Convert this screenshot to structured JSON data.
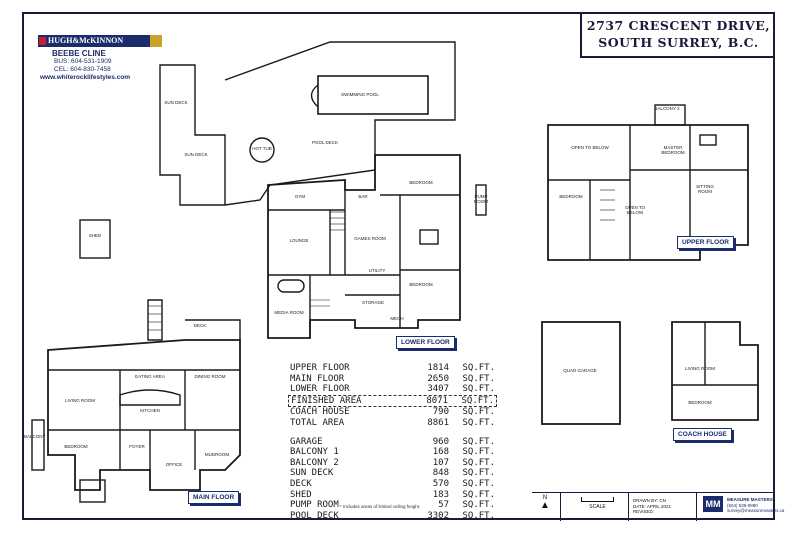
{
  "address": {
    "line1": "2737 CRESCENT DRIVE,",
    "line2": "SOUTH SURREY, B.C."
  },
  "brand": {
    "name": "HUGH&McKINNON"
  },
  "agent": {
    "name": "BEEBE CLINE",
    "bus": "BUS: 604-531-1909",
    "cel": "CEL: 604-830-7458",
    "web": "www.whiterocklifestyles.com"
  },
  "floor_labels": {
    "lower": "LOWER FLOOR",
    "main": "MAIN FLOOR",
    "upper": "UPPER FLOOR",
    "coach": "COACH HOUSE"
  },
  "rooms": {
    "swimming_pool": "SWIMMING POOL",
    "sun_deck_1": "SUN DECK",
    "sun_deck_2": "SUN DECK",
    "hot_tub": "HOT TUB",
    "pool_deck": "POOL DECK",
    "gym": "GYM",
    "bar": "BAR",
    "bedroom_lower_1": "BEDROOM",
    "bedroom_lower_2": "BEDROOM",
    "lounge": "LOUNGE",
    "games_room": "GAMES ROOM",
    "utility": "UTILITY",
    "storage": "STORAGE",
    "media_room": "MEDIA ROOM",
    "mech": "MECH",
    "pump_room": "PUMP ROOM",
    "shed": "SHED",
    "deck": "DECK",
    "eating_area": "EATING AREA",
    "dining_room": "DINING ROOM",
    "living_room": "LIVING ROOM",
    "kitchen": "KITCHEN",
    "bedroom_main": "BEDROOM",
    "foyer": "FOYER",
    "office": "OFFICE",
    "mudroom": "MUDROOM",
    "balcony_1": "BALCONY 1",
    "open_to_below_1": "OPEN TO BELOW",
    "open_to_below_2": "OPEN TO BELOW",
    "master_bedroom": "MASTER BEDROOM",
    "balcony_2": "BALCONY 2",
    "bedroom_upper": "BEDROOM",
    "sitting_room": "SITTING ROOM",
    "quad_garage": "QUAD GARAGE",
    "living_room_coach": "LIVING ROOM",
    "bedroom_coach": "BEDROOM"
  },
  "areas": [
    {
      "label": "UPPER FLOOR",
      "value": "1814",
      "unit": "SQ.FT."
    },
    {
      "label": "MAIN FLOOR",
      "value": "2650",
      "unit": "SQ.FT."
    },
    {
      "label": "LOWER FLOOR",
      "value": "3407",
      "unit": "SQ.FT."
    },
    {
      "label": "FINISHED AREA",
      "value": "8071",
      "unit": "SQ.FT."
    },
    {
      "label": "COACH HOUSE",
      "value": "790",
      "unit": "SQ.FT."
    },
    {
      "label": "TOTAL AREA",
      "value": "8861",
      "unit": "SQ.FT."
    }
  ],
  "extras": [
    {
      "label": "GARAGE",
      "value": "960",
      "unit": "SQ.FT."
    },
    {
      "label": "BALCONY 1",
      "value": "168",
      "unit": "SQ.FT."
    },
    {
      "label": "BALCONY 2",
      "value": "107",
      "unit": "SQ.FT."
    },
    {
      "label": "SUN DECK",
      "value": "848",
      "unit": "SQ.FT."
    },
    {
      "label": "DECK",
      "value": "570",
      "unit": "SQ.FT."
    },
    {
      "label": "SHED",
      "value": "183",
      "unit": "SQ.FT."
    },
    {
      "label": "PUMP ROOM",
      "value": "57",
      "unit": "SQ.FT."
    },
    {
      "label": "POOL DECK",
      "value": "3302",
      "unit": "SQ.FT."
    }
  ],
  "note": "* Includes areas of limited ceiling height.",
  "footer": {
    "north": "N",
    "scale": "SCALE",
    "drawn_by": "DRAWN BY: CN",
    "date": "DATE: APRIL 2021",
    "revised": "REVISED:",
    "company": "MEASURE MASTERS",
    "phone": "(604) 536-0880",
    "email": "survey@measuremasters.ca",
    "logo": "MM"
  },
  "colors": {
    "navy": "#1b2b6b",
    "red": "#c8202b",
    "gold": "#c9a227",
    "line": "#1a1a1a"
  }
}
